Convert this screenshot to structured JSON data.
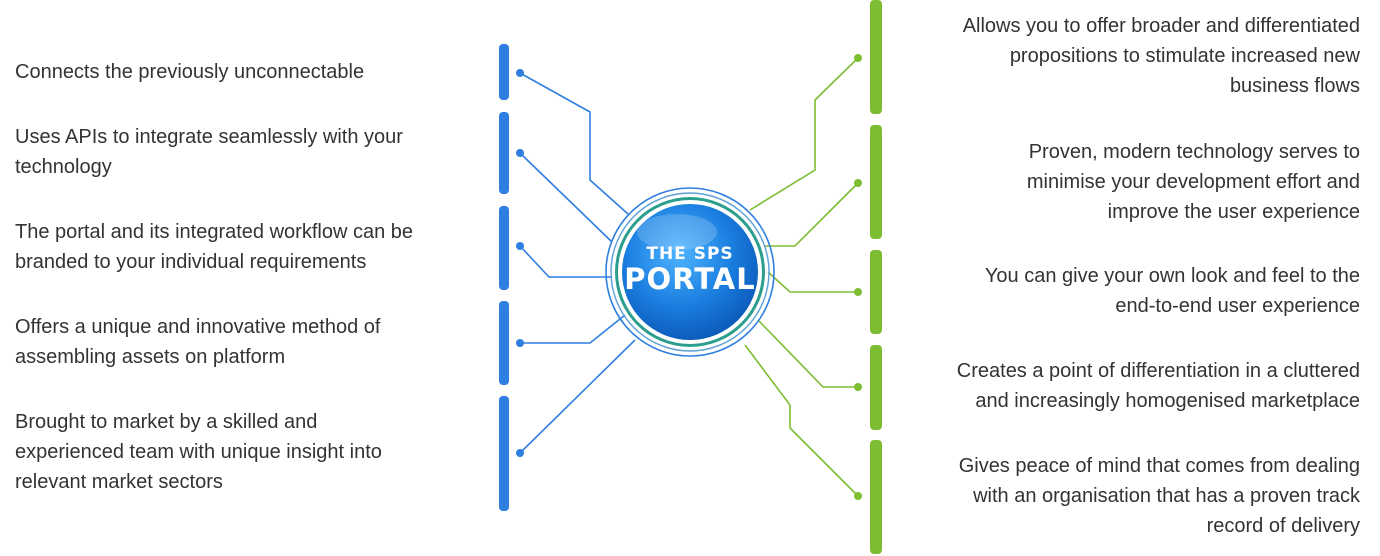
{
  "hub": {
    "line1": "THE SPS",
    "line2": "PORTAL"
  },
  "colors": {
    "left_accent": "#2f7fe0",
    "right_accent": "#7cbd32",
    "hub_blue": "#1a7fe0",
    "text": "#333333"
  },
  "left_items": [
    {
      "text": "Connects the previously unconnectable"
    },
    {
      "text": "Uses APIs to integrate seamlessly with your\ntechnology"
    },
    {
      "text": "The portal and its integrated workflow can be\nbranded to your individual requirements"
    },
    {
      "text": "Offers a unique and innovative method of\nassembling assets on platform"
    },
    {
      "text": "Brought to market by a skilled and\nexperienced team with unique insight into\nrelevant market sectors"
    }
  ],
  "right_items": [
    {
      "text": "Allows you to offer broader and differentiated\npropositions to stimulate increased new\nbusiness flows"
    },
    {
      "text": "Proven, modern technology serves to\nminimise your development effort and\nimprove the user experience"
    },
    {
      "text": "You can give your own look and feel to the\nend-to-end user experience"
    },
    {
      "text": "Creates a point of differentiation in a cluttered\nand increasingly homogenised marketplace"
    },
    {
      "text": "Gives peace of mind that comes from dealing\nwith an organisation that has a proven track\nrecord of delivery"
    }
  ]
}
